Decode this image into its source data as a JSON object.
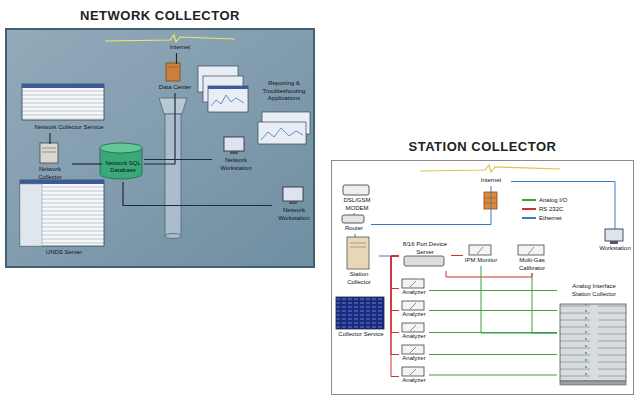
{
  "diagram": {
    "nodes": [
      {
        "text": [
          "NETWORK COLLECTOR"
        ]
      },
      {
        "text": [
          "Internet"
        ],
        "in": 0
      },
      {
        "text": [
          "Data Center"
        ],
        "in": 0
      },
      {
        "text": [
          "Reporting & Troubleshooting Applications"
        ],
        "in": 0
      },
      {
        "text": [
          "Network Collector Service"
        ],
        "in": 0
      },
      {
        "text": [
          "Network SQL Database"
        ],
        "in": 0
      },
      {
        "text": [
          "Network Collector"
        ],
        "in": 0
      },
      {
        "text": [
          "UNDS Server"
        ],
        "in": 0
      },
      {
        "text": [
          "Network Workstation"
        ],
        "in": 0
      },
      {
        "text": [
          "Network Workstation"
        ],
        "in": 0
      },
      {
        "text": [
          "STATION COLLECTOR"
        ]
      },
      {
        "text": [
          "Internet"
        ],
        "in": 10
      },
      {
        "text": [
          "DSL/GSM MODEM"
        ],
        "in": 10
      },
      {
        "text": [
          "Router"
        ],
        "in": 10
      },
      {
        "text": [
          "Workstation"
        ],
        "in": 10
      },
      {
        "text": [
          "Station Collector"
        ],
        "in": 10
      },
      {
        "text": [
          "8/16 Port Device Server"
        ],
        "in": 10
      },
      {
        "text": [
          "Analyzer"
        ],
        "in": 10
      },
      {
        "text": [
          "Analyzer"
        ],
        "in": 10
      },
      {
        "text": [
          "Analyzer"
        ],
        "in": 10
      },
      {
        "text": [
          "Analyzer"
        ],
        "in": 10
      },
      {
        "text": [
          "Analyzer"
        ],
        "in": 10
      },
      {
        "text": [
          "IPM Monitor"
        ],
        "in": 10
      },
      {
        "text": [
          "Multi-Gas Calibrator"
        ],
        "in": 10
      },
      {
        "text": [
          "Analog Interface",
          "Station Collector"
        ],
        "in": 10
      },
      {
        "text": [
          "Collector Service"
        ],
        "in": 10
      }
    ],
    "edges": [
      {
        "from": 2,
        "to": 1,
        "arrow": "none"
      },
      {
        "from": 6,
        "to": 4,
        "arrow": "none"
      },
      {
        "from": 6,
        "to": 5,
        "arrow": "none"
      },
      {
        "from": 6,
        "to": 7,
        "arrow": "none"
      },
      {
        "from": 5,
        "to": 2,
        "arrow": "none"
      },
      {
        "from": 5,
        "to": 8,
        "arrow": "none"
      },
      {
        "from": 5,
        "to": 9,
        "arrow": "none"
      },
      {
        "from": 12,
        "to": 13,
        "arrow": "none"
      },
      {
        "from": 13,
        "to": 11,
        "arrow": "none"
      },
      {
        "from": 13,
        "to": 15,
        "arrow": "none"
      },
      {
        "from": 14,
        "to": 11,
        "arrow": "none"
      },
      {
        "from": 15,
        "to": 16,
        "arrow": "none"
      },
      {
        "from": 16,
        "to": 17,
        "arrow": "none"
      },
      {
        "from": 16,
        "to": 18,
        "arrow": "none"
      },
      {
        "from": 16,
        "to": 19,
        "arrow": "none"
      },
      {
        "from": 16,
        "to": 20,
        "arrow": "none"
      },
      {
        "from": 16,
        "to": 21,
        "arrow": "none"
      },
      {
        "from": 16,
        "to": 22,
        "arrow": "none"
      },
      {
        "from": 16,
        "to": 23,
        "arrow": "none"
      },
      {
        "from": 17,
        "to": 24,
        "arrow": "none"
      },
      {
        "from": 18,
        "to": 24,
        "arrow": "none"
      },
      {
        "from": 19,
        "to": 24,
        "arrow": "none"
      },
      {
        "from": 20,
        "to": 24,
        "arrow": "none"
      },
      {
        "from": 21,
        "to": 24,
        "arrow": "none"
      },
      {
        "from": 22,
        "to": 24,
        "arrow": "none"
      },
      {
        "from": 23,
        "to": 24,
        "arrow": "none"
      }
    ],
    "legend": [
      {
        "text": "Analog I/O",
        "color": "#3aa040"
      },
      {
        "text": "RS 232C",
        "color": "#d03030"
      },
      {
        "text": "Ethernet",
        "color": "#3a78c8"
      }
    ]
  }
}
